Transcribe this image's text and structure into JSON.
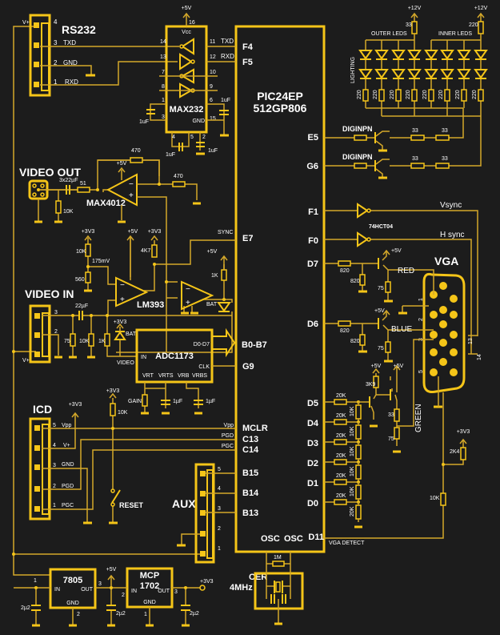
{
  "colors": {
    "background": "#1c1c1c",
    "trace": "#f5c518",
    "wire": "#d4a82a",
    "text": "#ffffff"
  },
  "title": "PIC24EP VGA / Video Schematic",
  "mcu": {
    "name_line1": "PIC24EP",
    "name_line2": "512GP806",
    "left_pins": [
      "F4",
      "F5",
      "E7",
      "B0-B7",
      "G9",
      "MCLR",
      "C13",
      "C14",
      "B15",
      "B14",
      "B13"
    ],
    "right_pins": [
      "E5",
      "G6",
      "F1",
      "F0",
      "D7",
      "D6",
      "D5",
      "D4",
      "D3",
      "D2",
      "D1",
      "D0",
      "D11"
    ],
    "bottom_pins": [
      "OSC",
      "OSC"
    ]
  },
  "rs232": {
    "title": "RS232",
    "pins": [
      {
        "n": "4",
        "name": ""
      },
      {
        "n": "3",
        "name": "TXD"
      },
      {
        "n": "2",
        "name": "GND"
      },
      {
        "n": "1",
        "name": "RXD"
      }
    ],
    "vplus": "V+"
  },
  "max232": {
    "name": "MAX232",
    "vcc": "Vcc",
    "gnd": "GND",
    "supply": "+5V",
    "pin16": "16",
    "left_pins": [
      "14",
      "13",
      "7",
      "8",
      "1",
      "3"
    ],
    "right_pins": [
      "11",
      "12",
      "10",
      "9",
      "6",
      "15"
    ],
    "bottom_pins": [
      "4",
      "5",
      "2"
    ],
    "out_labels": [
      "TXD",
      "RXD"
    ],
    "caps": [
      "1uF",
      "1uF",
      "1uF",
      "1uF"
    ]
  },
  "video_out": {
    "title": "VIDEO OUT",
    "cap": "3x22µF",
    "r_series": "51",
    "r_shunt": "10K",
    "amp": "MAX4012",
    "r_fb": "470",
    "r_gnd": "470",
    "supply": "+5V"
  },
  "comparators": {
    "name": "LM393",
    "r1": "10K",
    "r2": "560",
    "node": "175mV",
    "r_pullup": "4K7",
    "r_pullup2": "1K",
    "supply_3v3": "+3V3",
    "supply_5v": "+5V",
    "sync": "SYNC",
    "bat": "BAT"
  },
  "video_in": {
    "title": "VIDEO IN",
    "pins": [
      "3",
      "2"
    ],
    "vplus": "V+",
    "cap": "22µF",
    "r1": "75",
    "r2": "10K",
    "r3": "1K",
    "bat": "BAT",
    "supply": "+3V3",
    "video": "VIDEO"
  },
  "adc": {
    "name": "ADC1173",
    "in": "IN",
    "out": "D0-D7",
    "clk": "CLK",
    "bottom": [
      "VRT",
      "VRTS",
      "VRB",
      "VRBS"
    ],
    "gain": "GAIN",
    "caps": [
      "1µF",
      "1µF"
    ]
  },
  "icd": {
    "title": "ICD",
    "pins": [
      {
        "n": "5",
        "name": "Vpp"
      },
      {
        "n": "4",
        "name": "V+"
      },
      {
        "n": "3",
        "name": "GND"
      },
      {
        "n": "2",
        "name": "PGD"
      },
      {
        "n": "1",
        "name": "PGC"
      }
    ],
    "supply": "+3V3",
    "net_labels": [
      "Vpp",
      "PGD",
      "PGC"
    ]
  },
  "reset": {
    "label": "RESET",
    "r": "10K",
    "supply": "+3V3"
  },
  "aux": {
    "title": "AUX",
    "pins": [
      "5",
      "4",
      "3",
      "2",
      "1"
    ]
  },
  "leds": {
    "lighting": "LIGHTING",
    "outer": "OUTER LEDS",
    "inner": "INNER LEDS",
    "supply": "+12V",
    "r_outer": "33",
    "r_inner": "220",
    "r_led": "220",
    "driver": "DIGINPN",
    "r_drive": [
      "33",
      "33"
    ]
  },
  "sync": {
    "buffer": "74HCT04",
    "vsync": "Vsync",
    "hsync": "H sync"
  },
  "vga": {
    "title": "VGA",
    "red": "RED",
    "blue": "BLUE",
    "green": "GREEN",
    "r_base": "820",
    "r_pd": "820",
    "r_out": "75",
    "supply": "+5V",
    "pins": [
      "1",
      "2",
      "3",
      "5",
      "13",
      "14"
    ],
    "r3k9": "3K9",
    "r33": "33",
    "r75": "75",
    "ladder_r": "20K",
    "ladder_s": "10K",
    "ladder_end": "20K",
    "detect": "VGA DETECT",
    "r_detect": "10K",
    "r_pull": "2K4",
    "supply_3v3": "+3V3"
  },
  "power": {
    "reg1": "7805",
    "reg2_l1": "MCP",
    "reg2_l2": "1702",
    "in": "IN",
    "out": "OUT",
    "gnd": "GND",
    "pin_in": "1",
    "pin_out": "3",
    "pin_gnd": "2",
    "pin2_in": "2",
    "pin2_out": "3",
    "pin2_gnd": "1",
    "cap": "2µ2",
    "v5": "+5V",
    "v33": "+3V3"
  },
  "osc": {
    "label1": "CER",
    "label2": "4MHz",
    "r": "1M"
  }
}
